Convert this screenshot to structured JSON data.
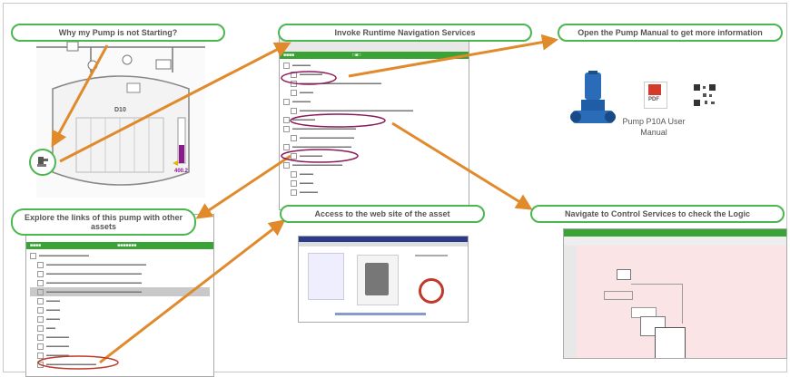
{
  "callouts": {
    "not_starting": "Why my Pump is not Starting?",
    "runtime_nav": "Invoke Runtime Navigation Services",
    "pump_manual": "Open the Pump Manual to get more information",
    "explore_links": "Explore the links of this pump with other assets",
    "web_site": "Access to the web site of the asset",
    "control_services": "Navigate to Control Services to check the Logic"
  },
  "manual": {
    "label": "Pump P10A User Manual",
    "pdf_tag": "PDF"
  },
  "scada": {
    "tank_label": "D10",
    "level_value": "400.2"
  },
  "colors": {
    "callout_border": "#4bb84f",
    "arrow": "#e08a2c",
    "highlight_oval": "#8b1a5a",
    "nav_bar": "#3aa335"
  }
}
